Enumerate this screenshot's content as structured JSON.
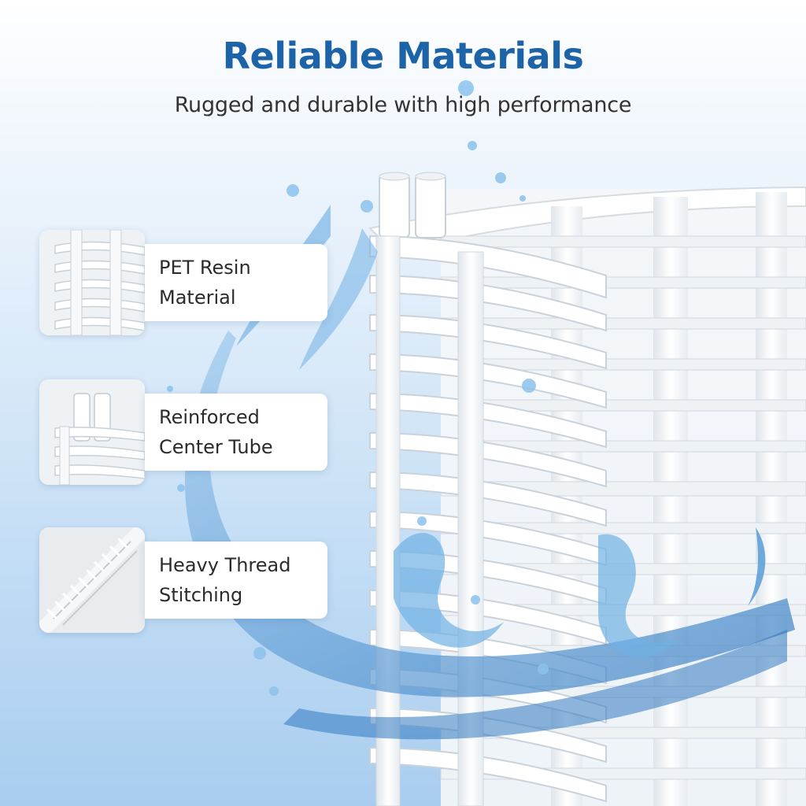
{
  "header": {
    "title": "Reliable Materials",
    "subtitle": "Rugged and durable with high performance"
  },
  "features": [
    {
      "label": "PET Resin Material",
      "icon": "resin-frame-closeup-icon"
    },
    {
      "label": "Reinforced Center Tube",
      "icon": "center-tube-closeup-icon"
    },
    {
      "label": "Heavy Thread Stitching",
      "icon": "stitching-closeup-icon"
    }
  ],
  "colors": {
    "title": "#1c63a8",
    "subtitle": "#333333",
    "water": "#5b9fd8"
  }
}
